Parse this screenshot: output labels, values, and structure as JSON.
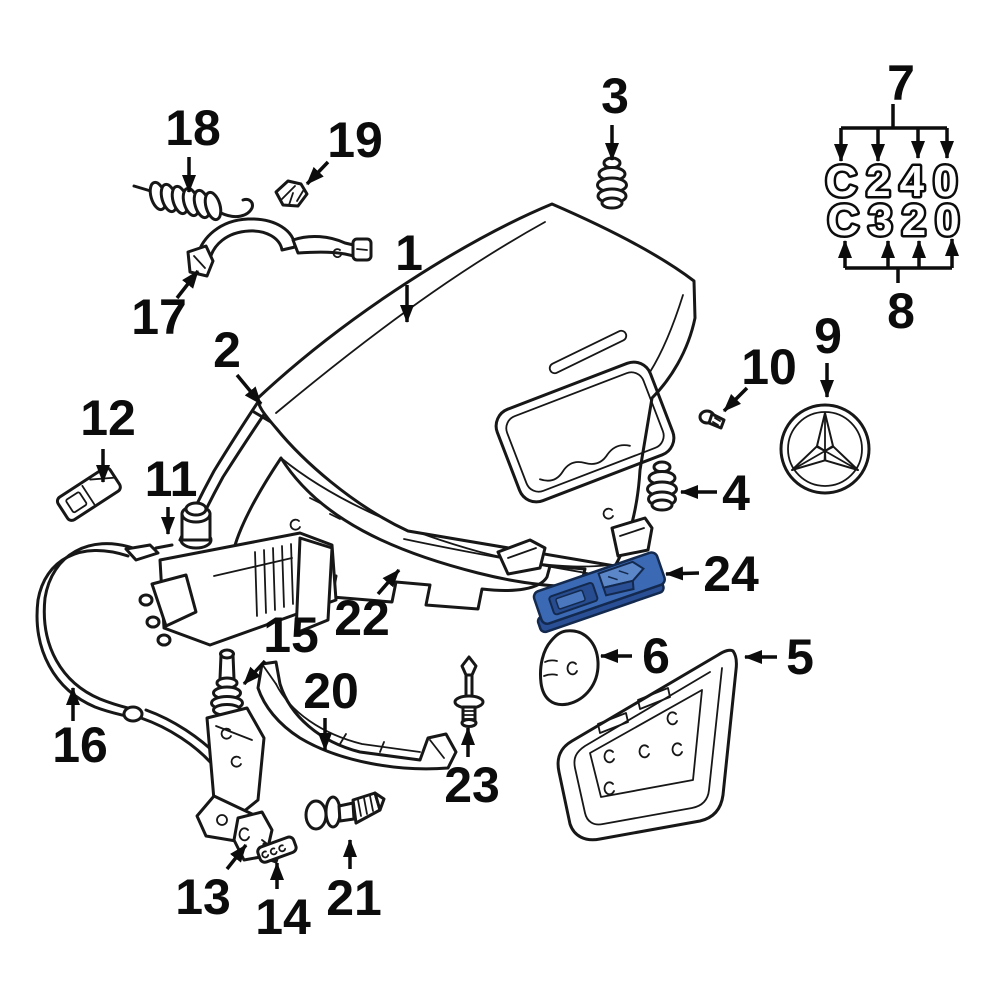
{
  "diagram": {
    "kind": "exploded-parts-diagram",
    "subject": "trunk-lid-assembly",
    "background_color": "#ffffff",
    "line_color": "#171717",
    "highlight_color": "#3b69b4",
    "badge_line1": "C240",
    "badge_line2": "C320",
    "icons": {
      "brand": "mercedes-star"
    },
    "callouts": [
      {
        "label": "1"
      },
      {
        "label": "2"
      },
      {
        "label": "3"
      },
      {
        "label": "4"
      },
      {
        "label": "5"
      },
      {
        "label": "6"
      },
      {
        "label": "7"
      },
      {
        "label": "8"
      },
      {
        "label": "9"
      },
      {
        "label": "10"
      },
      {
        "label": "11"
      },
      {
        "label": "12"
      },
      {
        "label": "13"
      },
      {
        "label": "14"
      },
      {
        "label": "15"
      },
      {
        "label": "16"
      },
      {
        "label": "17"
      },
      {
        "label": "18"
      },
      {
        "label": "19"
      },
      {
        "label": "20"
      },
      {
        "label": "21"
      },
      {
        "label": "22"
      },
      {
        "label": "23"
      },
      {
        "label": "24"
      }
    ]
  }
}
